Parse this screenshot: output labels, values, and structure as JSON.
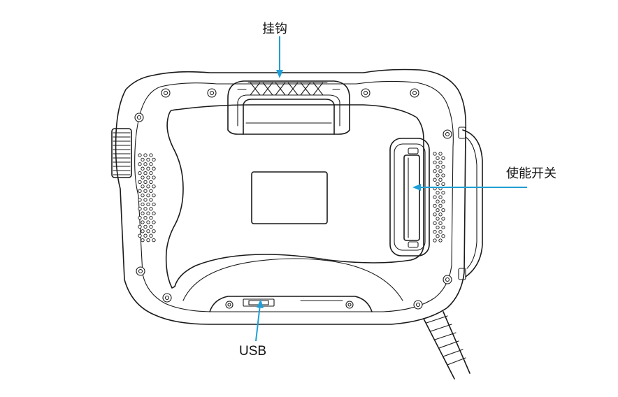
{
  "labels": {
    "hook": "挂钩",
    "enable_switch": "使能开关",
    "usb": "USB"
  },
  "colors": {
    "outline": "#1a1a1a",
    "callout_arrow": "#1f9fd6",
    "background": "#ffffff"
  }
}
